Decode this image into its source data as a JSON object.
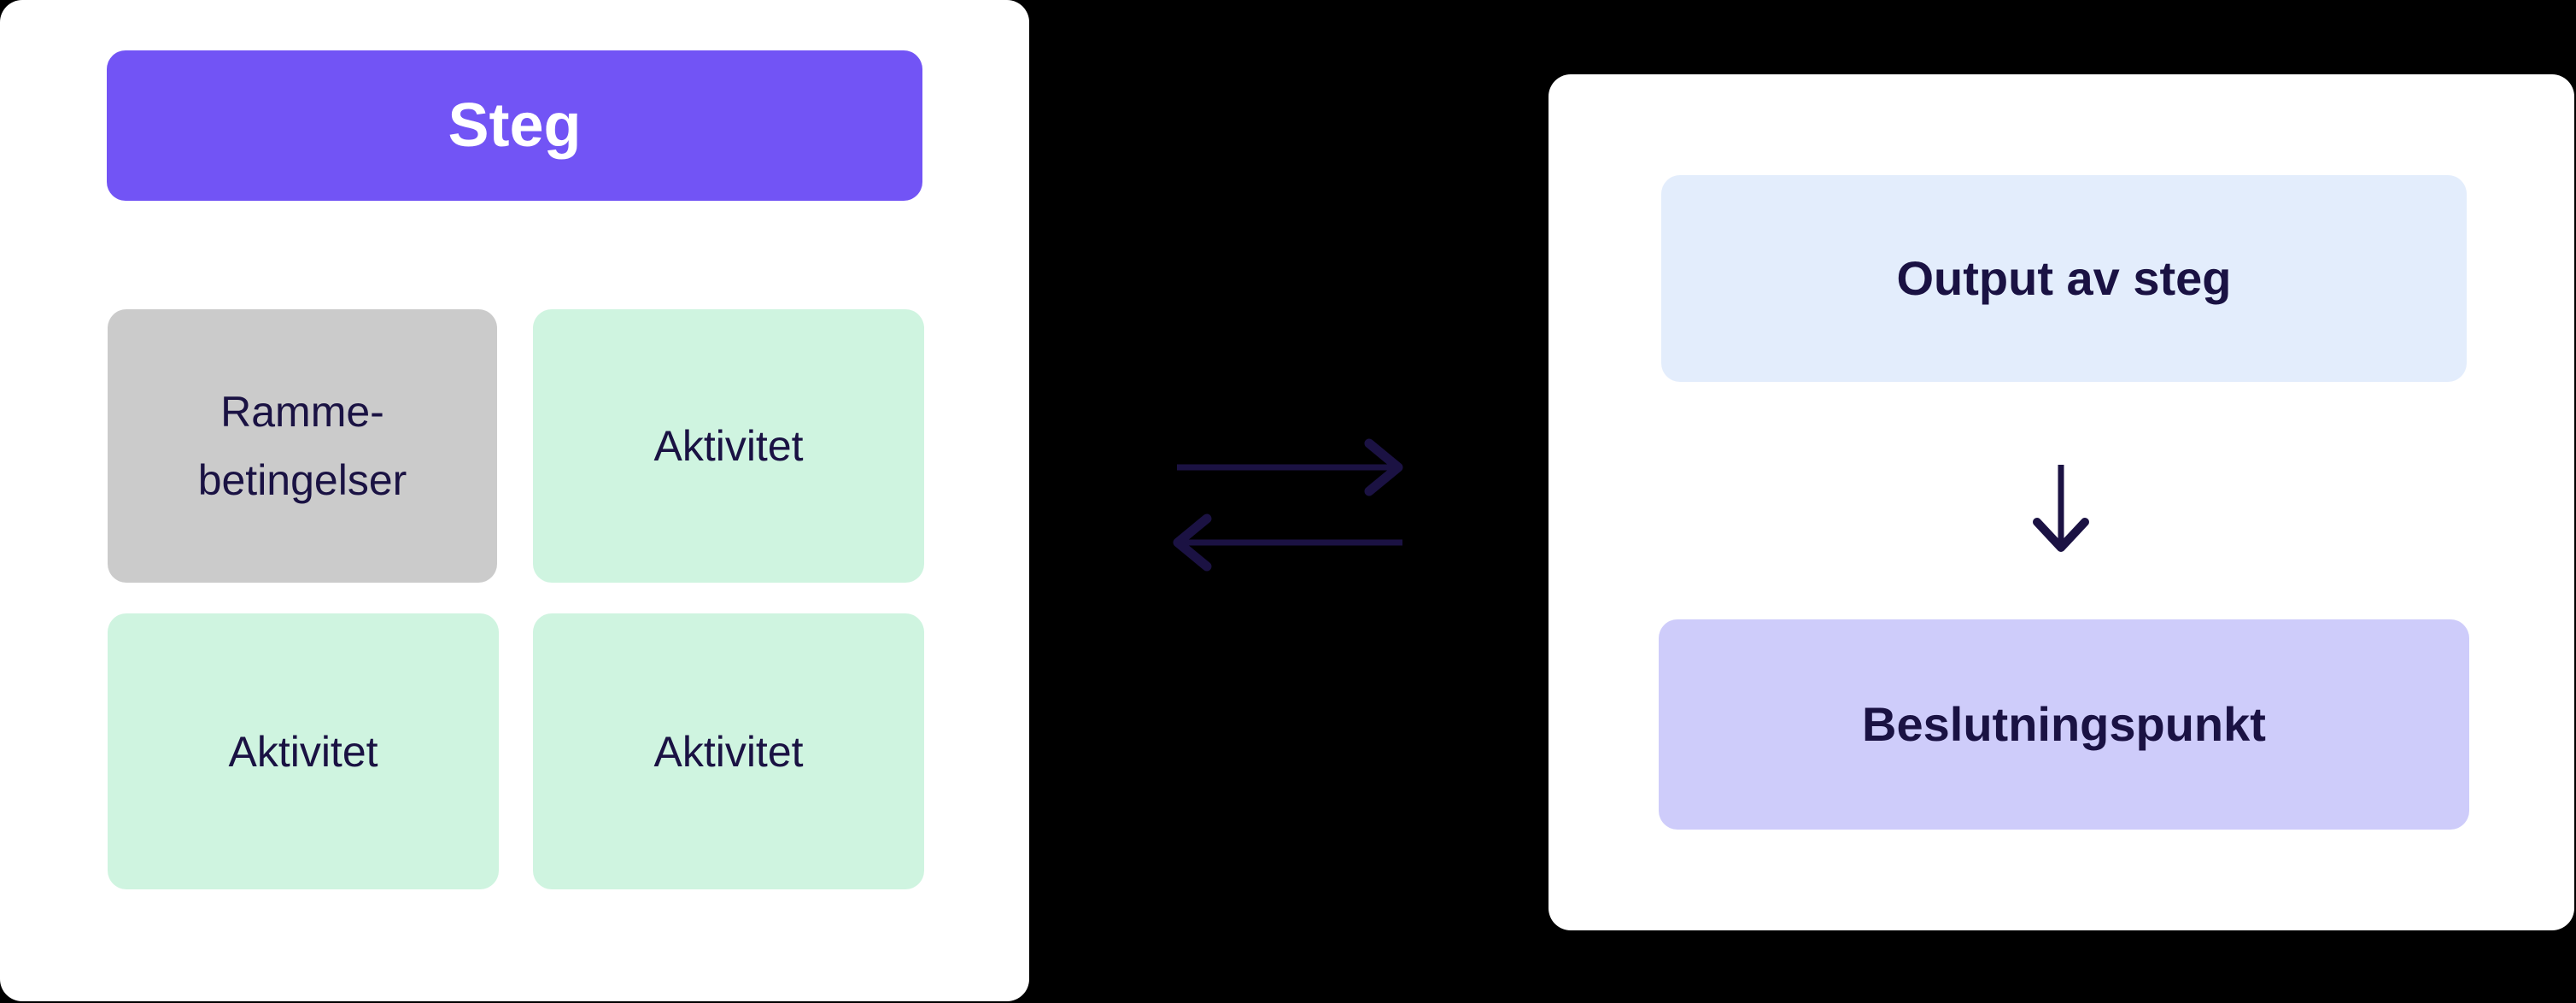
{
  "colors": {
    "background": "#000000",
    "card": "#ffffff",
    "header": "#7254f5",
    "header_text": "#ffffff",
    "gray_box": "#cbcbcb",
    "green_box": "#cff4e0",
    "blue_box": "#e3edfc",
    "lavender_box": "#ceccfa",
    "text": "#1a1243",
    "arrow": "#1b1243"
  },
  "left_panel": {
    "header": "Steg",
    "boxes": [
      {
        "label": "Ramme-\nbetingelser",
        "variant": "gray"
      },
      {
        "label": "Aktivitet",
        "variant": "green"
      },
      {
        "label": "Aktivitet",
        "variant": "green"
      },
      {
        "label": "Aktivitet",
        "variant": "green"
      }
    ]
  },
  "connector": {
    "icons": [
      "arrow-right-icon",
      "arrow-left-icon"
    ]
  },
  "right_panel": {
    "output_label": "Output av steg",
    "down_icon": "arrow-down-icon",
    "decision_label": "Beslutningspunkt"
  }
}
